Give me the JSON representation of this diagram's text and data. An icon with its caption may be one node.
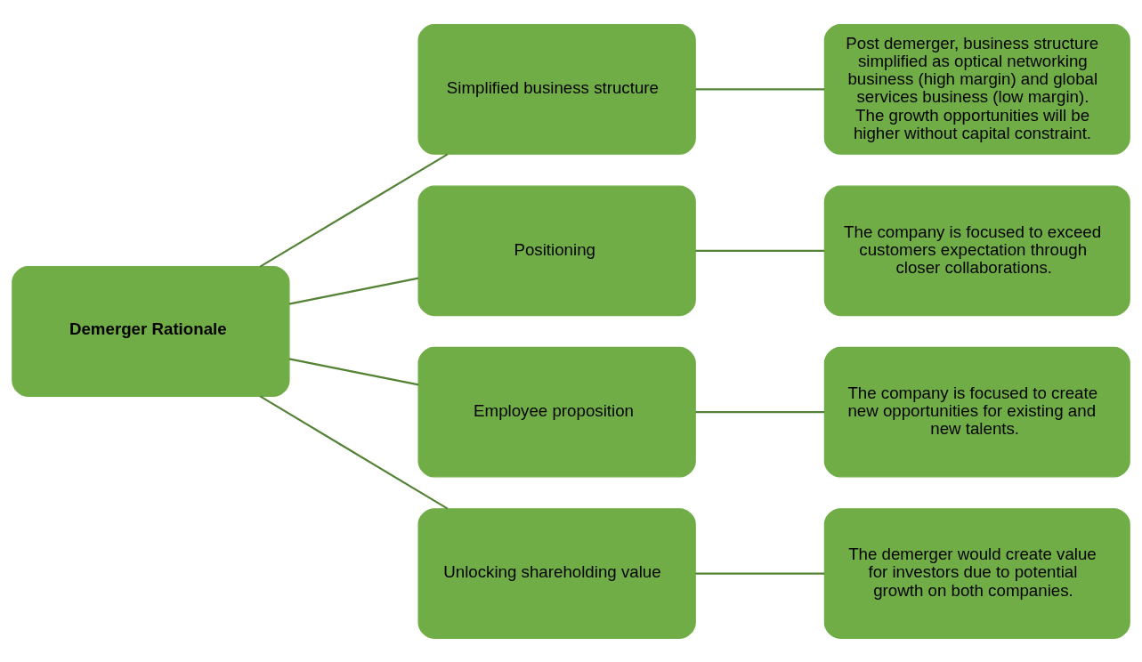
{
  "diagram": {
    "nodes": [
      {
        "text": [
          "Demerger Rationale"
        ]
      },
      {
        "text": [
          "Simplified business structure"
        ]
      },
      {
        "text": [
          "Positioning"
        ]
      },
      {
        "text": [
          "Employee proposition"
        ]
      },
      {
        "text": [
          "Unlocking shareholding value"
        ]
      },
      {
        "text": [
          "Post demerger, business structure simplified as optical networking business (high margin) and global services business (low margin). The growth opportunities will be higher without capital constraint."
        ]
      },
      {
        "text": [
          "The company is focused to exceed customers expectation through closer collaborations."
        ]
      },
      {
        "text": [
          "The company is focused to create new opportunities for existing and new talents."
        ]
      },
      {
        "text": [
          "The demerger would create value for investors due to potential growth on both companies."
        ]
      }
    ],
    "edges": [
      {
        "from": 0,
        "to": 1,
        "arrow": "none"
      },
      {
        "from": 0,
        "to": 2,
        "arrow": "none"
      },
      {
        "from": 0,
        "to": 3,
        "arrow": "none"
      },
      {
        "from": 0,
        "to": 4,
        "arrow": "none"
      },
      {
        "from": 1,
        "to": 5,
        "arrow": "none"
      },
      {
        "from": 2,
        "to": 6,
        "arrow": "none"
      },
      {
        "from": 3,
        "to": 7,
        "arrow": "none"
      },
      {
        "from": 4,
        "to": 8,
        "arrow": "none"
      }
    ]
  }
}
